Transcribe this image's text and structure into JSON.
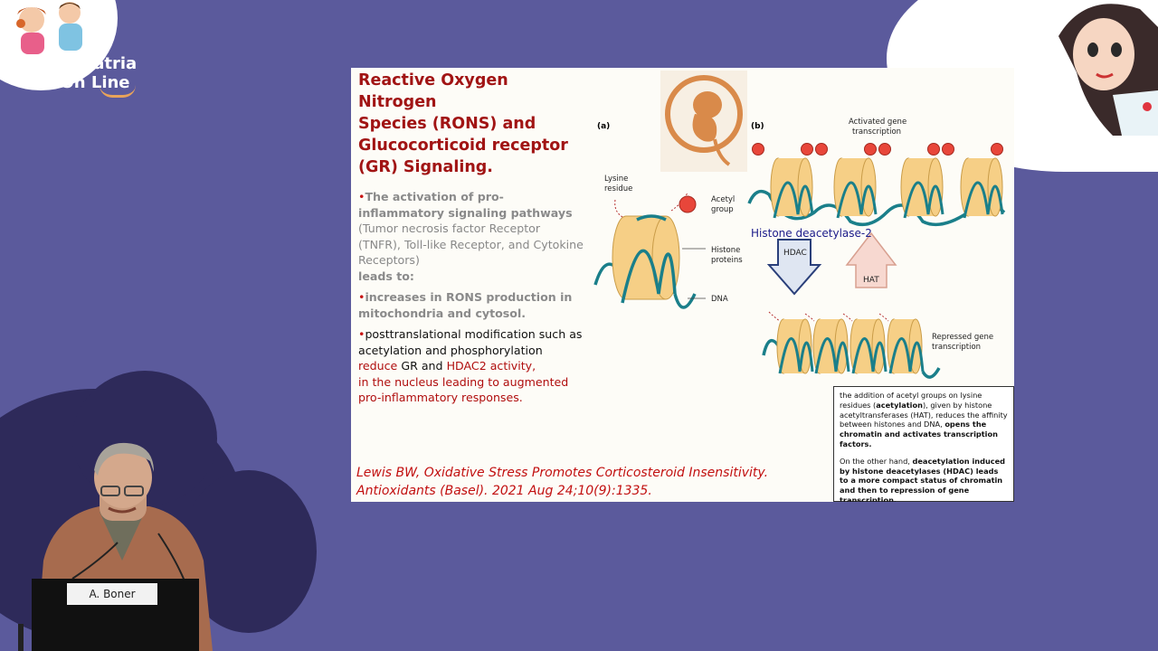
{
  "branding": {
    "logo_line1": "Pediatria",
    "logo_line2": "On Line"
  },
  "slide": {
    "title_lines": [
      "Reactive Oxygen",
      "Nitrogen",
      "Species (RONS) and",
      "Glucocorticoid receptor",
      "(GR) Signaling."
    ],
    "bullet1": {
      "bold": "The activation of pro-inflammatory signaling pathways",
      "normal": "(Tumor necrosis factor Receptor (TNFR), Toll-like Receptor, and Cytokine Receptors)",
      "tail": "leads to:"
    },
    "bullet2": {
      "text": "increases in RONS production in mitochondria and cytosol."
    },
    "bullet3": {
      "black": "posttranslational modification such as acetylation and phosphorylation",
      "red1": "reduce",
      "black2": "GR and",
      "red2": "HDAC2 activity,",
      "red3": "in the nucleus leading to augmented pro-inflammatory responses."
    },
    "citation_line1": "Lewis BW, Oxidative Stress Promotes Corticosteroid Insensitivity.",
    "citation_line2": "Antioxidants (Basel). 2021 Aug 24;10(9):1335."
  },
  "diagram": {
    "panel_a": "(a)",
    "panel_b": "(b)",
    "lysine_residue_1": "Lysine",
    "lysine_residue_2": "residue",
    "acetyl_group_1": "Acetyl",
    "acetyl_group_2": "group",
    "histone_proteins_1": "Histone",
    "histone_proteins_2": "proteins",
    "dna": "DNA",
    "activated_1": "Activated gene",
    "activated_2": "transcription",
    "repressed_1": "Repressed gene",
    "repressed_2": "transcription",
    "hdac": "HDAC",
    "hat": "HAT",
    "hdac2_label": "Histone deacetylase-2"
  },
  "note": {
    "p1_a": "the addition of acetyl groups on lysine residues (",
    "p1_b": "acetylation",
    "p1_c": "), given by histone acetyltransferases (HAT), reduces the affinity between histones and DNA,",
    "p1_d": "opens the chromatin and activates transcription factors.",
    "p2_a": "On the other hand,",
    "p2_b": "deacetylation induced by histone deacetylases (HDAC) leads to a more compact status of chromatin and then to repression of gene transcription."
  },
  "speaker": {
    "nameplate": "A. Boner"
  },
  "colors": {
    "background": "#5b5a9c",
    "title_red": "#a11414",
    "citation_red": "#c21010",
    "histone_fill": "#f6cf86",
    "dna_teal": "#1a7f8a",
    "acetyl_red": "#e8463a"
  }
}
